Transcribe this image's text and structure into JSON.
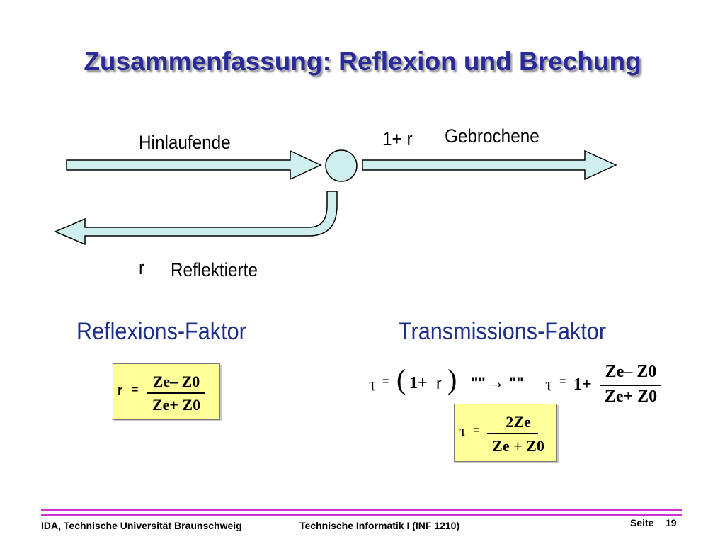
{
  "title": "Zusammenfassung: Reflexion und Brechung",
  "diagram": {
    "incoming_label": "Hinlaufende",
    "transmitted_coef": "1+ r",
    "transmitted_label": "Gebrochene",
    "reflected_coef": "r",
    "reflected_label": "Reflektierte"
  },
  "reflection": {
    "heading": "Reflexions-Faktor",
    "symbol": "r",
    "eq": "=",
    "numerator": "Ze– Z0",
    "denominator": "Ze+ Z0"
  },
  "transmission": {
    "heading": "Transmissions-Faktor",
    "tau": "τ",
    "eq": "=",
    "open_paren": "(",
    "one_plus": "1+",
    "r": "r",
    "close_paren": ")",
    "quote_left": "\"\"",
    "arrow": "→",
    "quote_right": "\"\"",
    "rhs_one_plus": "1+",
    "rhs_numerator": "Ze– Z0",
    "rhs_denominator": "Ze+ Z0",
    "result_numerator": "2Ze",
    "result_denominator": "Ze + Z0"
  },
  "footer": {
    "left": "IDA, Technische Universität Braunschweig",
    "center": "Technische Informatik I (INF 1210)",
    "page_label": "Seite",
    "page_number": "19"
  },
  "colors": {
    "title": "#2a2a98",
    "arrow_fill": "#cfeeee",
    "box_fill": "#ffff99",
    "footer_line": "#cc33cc"
  }
}
